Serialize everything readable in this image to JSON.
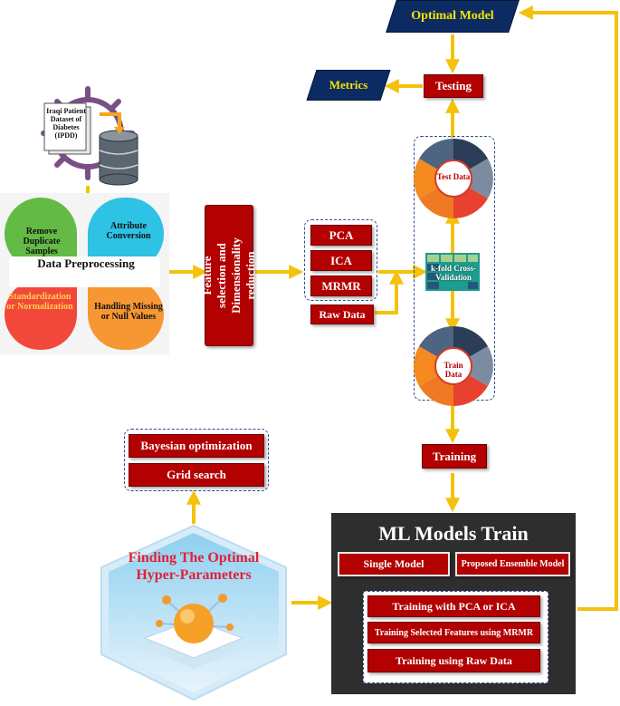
{
  "optimal_model": "Optimal Model",
  "metrics": "Metrics",
  "testing": "Testing",
  "dataset": {
    "label": "Iraqi Patient Dataset of Diabetes (IPDD)"
  },
  "preprocessing": {
    "title": "Data Preprocessing",
    "remove_duplicates": "Remove Duplicate Samples",
    "attribute_conversion": "Attribute Conversion",
    "standardization": "Standardization or Normalization",
    "handling_missing": "Handling Missing or Null Values"
  },
  "feature_selection": "Feature selection and Dimensionality reduction",
  "methods": {
    "pca": "PCA",
    "ica": "ICA",
    "mrmr": "MRMR",
    "raw": "Raw Data"
  },
  "test_data": "Test Data",
  "train_data": "Train Data",
  "kfold": "k-fold Cross-Validation",
  "training": "Training",
  "hyper": {
    "bayesian": "Bayesian optimization",
    "grid": "Grid search",
    "title": "Finding The Optimal Hyper-Parameters"
  },
  "ml_models": {
    "title": "ML Models Train",
    "single": "Single Model",
    "ensemble": "Proposed Ensemble Model",
    "pca_ica": "Training with PCA or ICA",
    "mrmr": "Training Selected Features using MRMR",
    "raw": "Training using Raw Data"
  },
  "colors": {
    "red": "#b30000",
    "navy": "#0d2b63",
    "yellow": "#f2e600",
    "arrow": "#f4c20d"
  }
}
